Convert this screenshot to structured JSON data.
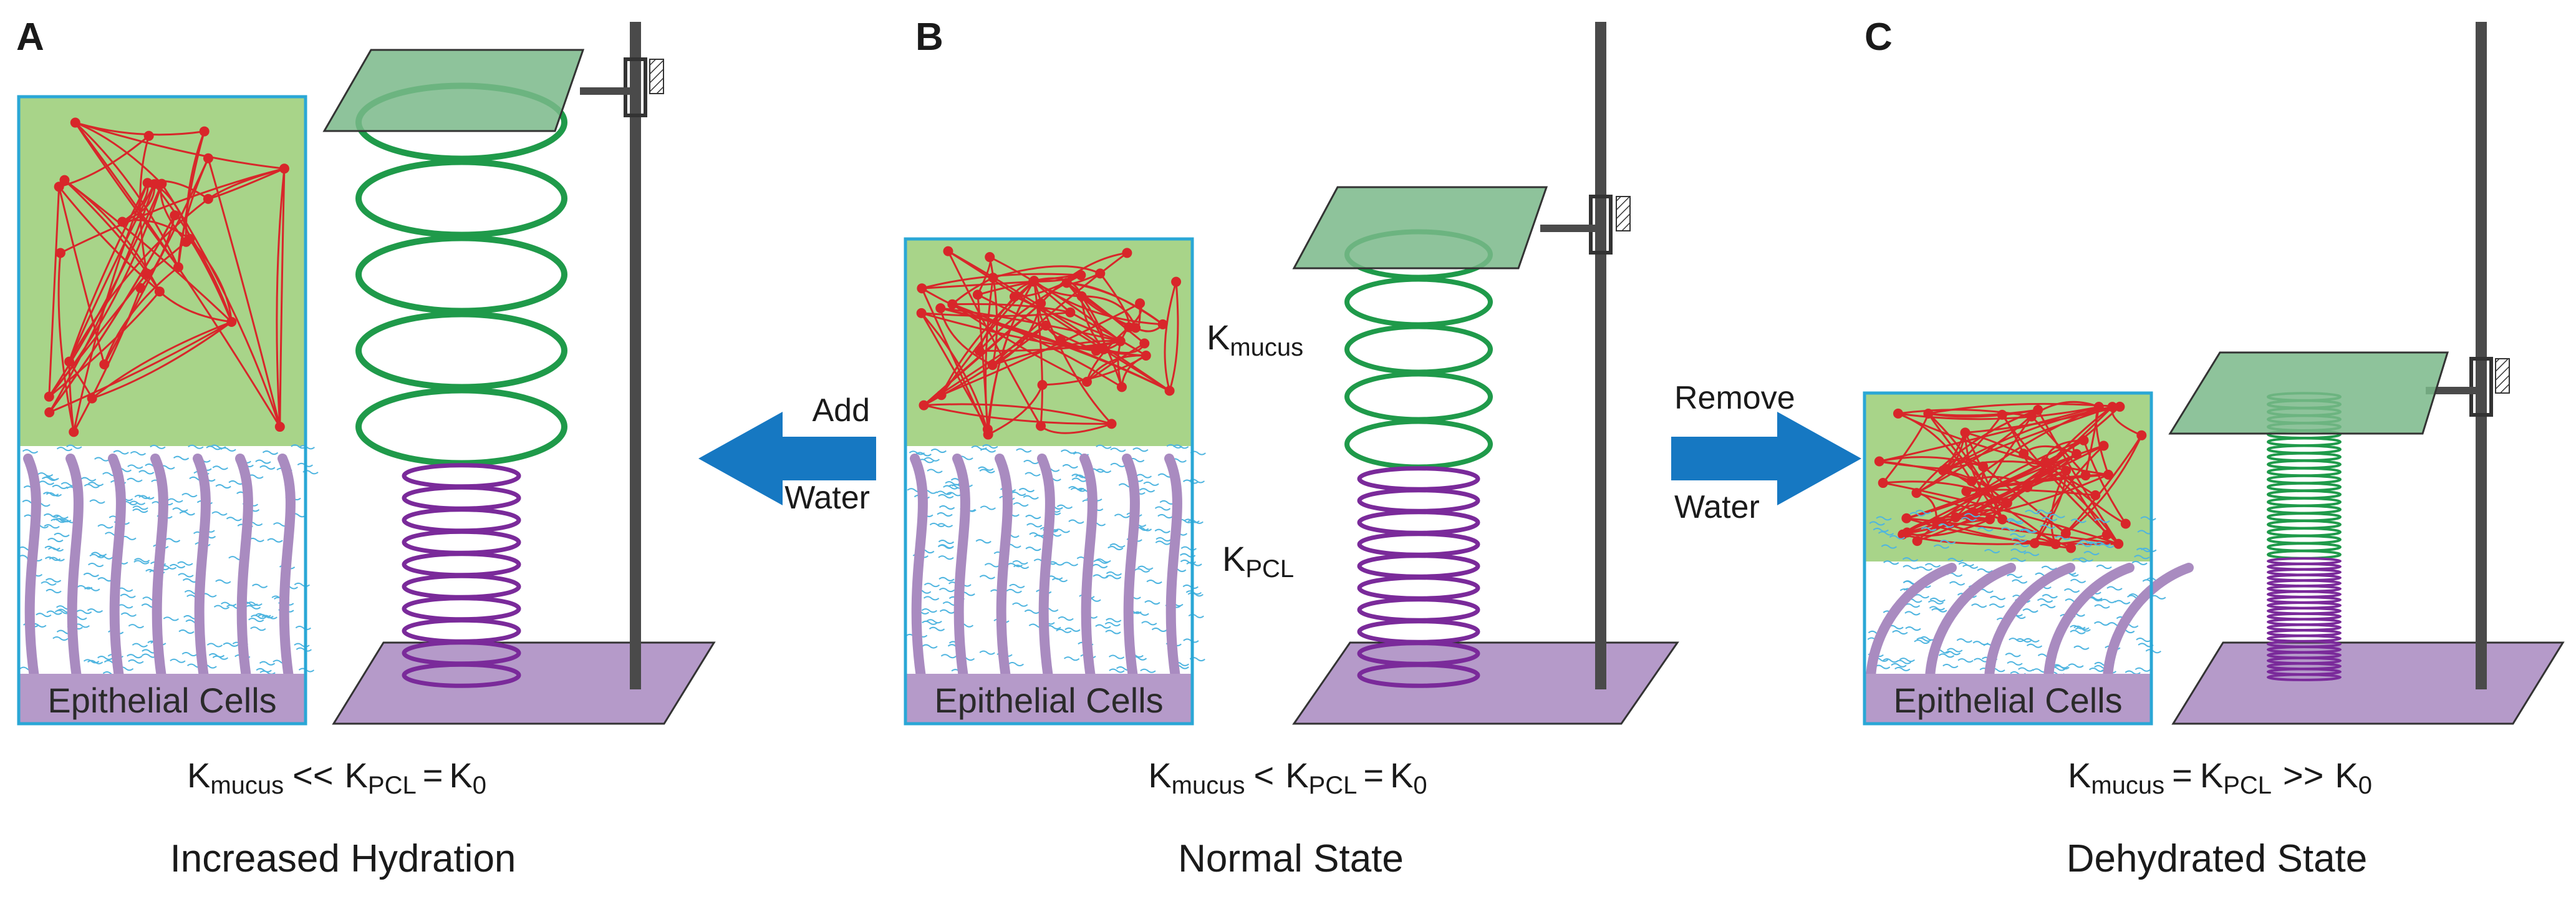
{
  "colors": {
    "mucus_green": "#a8d489",
    "mucus_border": "#2aa7d6",
    "polymer_red": "#d8262a",
    "pcl_blue": "#9fd6ec",
    "cilia_purple": "#a98bc0",
    "spring_green": "#1f9a4a",
    "spring_purple": "#7a2a9a",
    "plate_green": "#7ab98a",
    "plate_purple": "#b59ac9",
    "stand_gray": "#4a4a4a",
    "arrow_blue": "#1678c2"
  },
  "panels": [
    {
      "letter": "A",
      "cells_label": "Epithelial Cells",
      "equation": {
        "k1": "K",
        "k1_sub": "mucus",
        "op1": "<<",
        "k2": "K",
        "k2_sub": "PCL",
        "op2": "=",
        "k3": "K",
        "k3_sub": "0"
      },
      "title": "Increased Hydration"
    },
    {
      "letter": "B",
      "cells_label": "Epithelial Cells",
      "label_mucus": {
        "k": "K",
        "sub": "mucus"
      },
      "label_pcl": {
        "k": "K",
        "sub": "PCL"
      },
      "equation": {
        "k1": "K",
        "k1_sub": "mucus",
        "op1": "<",
        "k2": "K",
        "k2_sub": "PCL",
        "op2": "=",
        "k3": "K",
        "k3_sub": "0"
      },
      "title": "Normal State"
    },
    {
      "letter": "C",
      "cells_label": "Epithelial Cells",
      "equation": {
        "k1": "K",
        "k1_sub": "mucus",
        "op1": "=",
        "k2": "K",
        "k2_sub": "PCL",
        "op2": ">>",
        "k3": "K",
        "k3_sub": "0"
      },
      "title": "Dehydrated State"
    }
  ],
  "arrows": {
    "add": {
      "line1": "Add",
      "line2": "Water"
    },
    "remove": {
      "line1": "Remove",
      "line2": "Water"
    }
  }
}
